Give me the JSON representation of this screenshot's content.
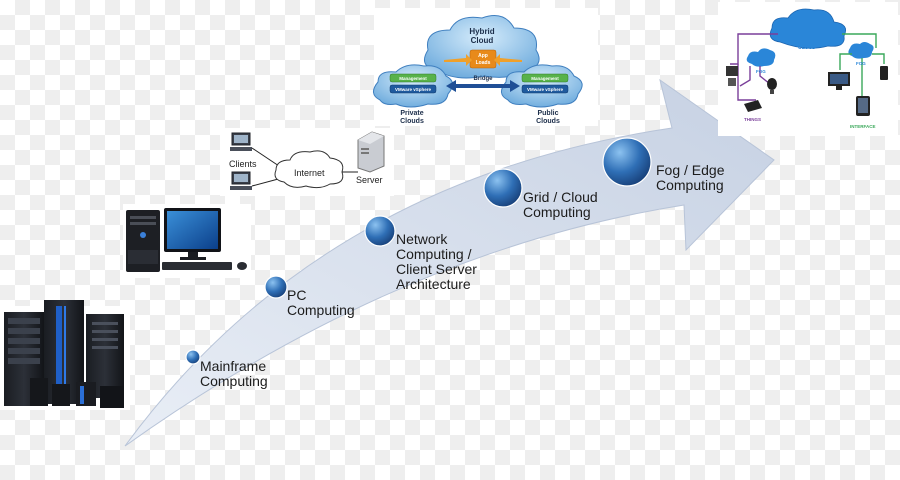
{
  "colors": {
    "arrow": "#cdd6e6",
    "node_fill": "#2f6fb6",
    "node_dark": "#184d8a",
    "node_light": "#7fb3e6",
    "cloud": "#8fc1ea",
    "cloud_dark": "#4a8cc9",
    "iot_purple": "#7a3f9a",
    "iot_green": "#3aa85a"
  },
  "stages": [
    {
      "id": "mainframe",
      "lines": [
        "Mainframe",
        "Computing"
      ],
      "icon": "mainframe-rack-icon"
    },
    {
      "id": "pc",
      "lines": [
        "PC",
        "Computing"
      ],
      "icon": "desktop-pc-icon"
    },
    {
      "id": "network",
      "lines": [
        "Network",
        "Computing /",
        "Client Server",
        "Architecture"
      ],
      "icon": "client-server-diagram-icon"
    },
    {
      "id": "grid",
      "lines": [
        "Grid / Cloud",
        "Computing"
      ],
      "icon": "hybrid-cloud-icon"
    },
    {
      "id": "fog",
      "lines": [
        "Fog / Edge",
        "Computing"
      ],
      "icon": "iot-cloud-icon"
    }
  ],
  "client_server": {
    "clients": "Clients",
    "internet": "Internet",
    "server": "Server"
  },
  "hybrid_cloud": {
    "title_line1": "Hybrid",
    "title_line2": "Cloud",
    "app_line1": "App",
    "app_line2": "Loads",
    "bridge": "Bridge",
    "mgmt_left": "Management",
    "vmware_left": "VMware vSphere",
    "mgmt_right": "Management",
    "vmware_right": "VMware vSphere",
    "private_line1": "Private",
    "private_line2": "Clouds",
    "public_line1": "Public",
    "public_line2": "Clouds"
  },
  "iot": {
    "cloud": "CLOUD",
    "fog": "FOG",
    "things": "THINGS",
    "interface": "INTERFACE"
  }
}
